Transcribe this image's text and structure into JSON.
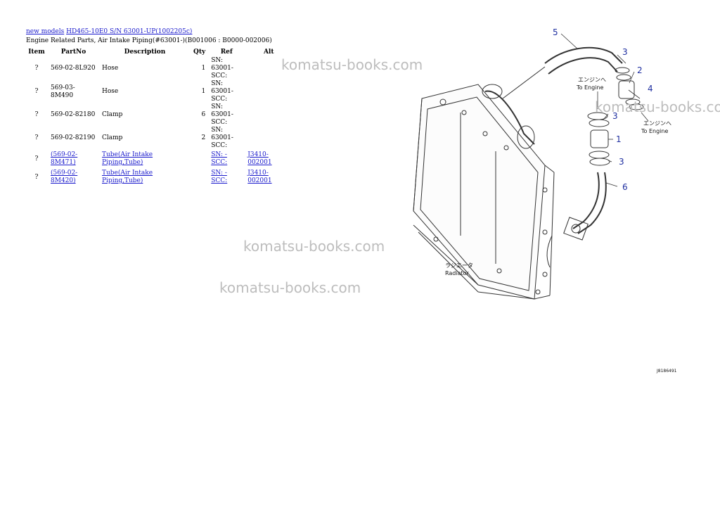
{
  "breadcrumb": {
    "models_link": "new models",
    "machine_link": "HD465-10E0 S/N 63001-UP(1002205c)"
  },
  "subtitle": "Engine Related Parts, Air Intake Piping(#63001-)(B001006 : B0000-002006)",
  "table": {
    "headers": [
      "Item",
      "PartNo",
      "Description",
      "Qty",
      "Ref",
      "Alt"
    ],
    "rows": [
      {
        "item": "?",
        "part": "569-02-8L920",
        "desc": "Hose",
        "qty": "1",
        "ref": "SN: 63001-SCC:",
        "alt": ""
      },
      {
        "item": "?",
        "part": "569-03-8M490",
        "desc": "Hose",
        "qty": "1",
        "ref": "SN: 63001-SCC:",
        "alt": ""
      },
      {
        "item": "?",
        "part": "569-02-82180",
        "desc": "Clamp",
        "qty": "6",
        "ref": "SN: 63001-SCC:",
        "alt": ""
      },
      {
        "item": "?",
        "part": "569-02-82190",
        "desc": "Clamp",
        "qty": "2",
        "ref": "SN: 63001-SCC:",
        "alt": ""
      },
      {
        "item": "?",
        "part": "(569-02-8M471)",
        "desc": "Tube(Air Intake Piping,Tube)",
        "qty": "",
        "ref": "SN: -SCC:",
        "alt": "J3410-002001"
      },
      {
        "item": "?",
        "part": "(569-02-8M420)",
        "desc": "Tube(Air Intake Piping,Tube)",
        "qty": "",
        "ref": "SN: -SCC:",
        "alt": "J3410-002001"
      }
    ]
  },
  "watermark": "komatsu-books.com",
  "drawing": {
    "callouts": [
      "5",
      "3",
      "2",
      "4",
      "3",
      "1",
      "3",
      "6"
    ],
    "to_engine_jp": "エンジンへ",
    "to_engine_en": "To Engine",
    "radiator_jp": "ラジエータ",
    "radiator_en": "Radiator",
    "drawing_no": "J8186491"
  },
  "colors": {
    "link": "#1a1acc",
    "callout": "#1f2fa0",
    "watermark": "#bdbdbd"
  }
}
